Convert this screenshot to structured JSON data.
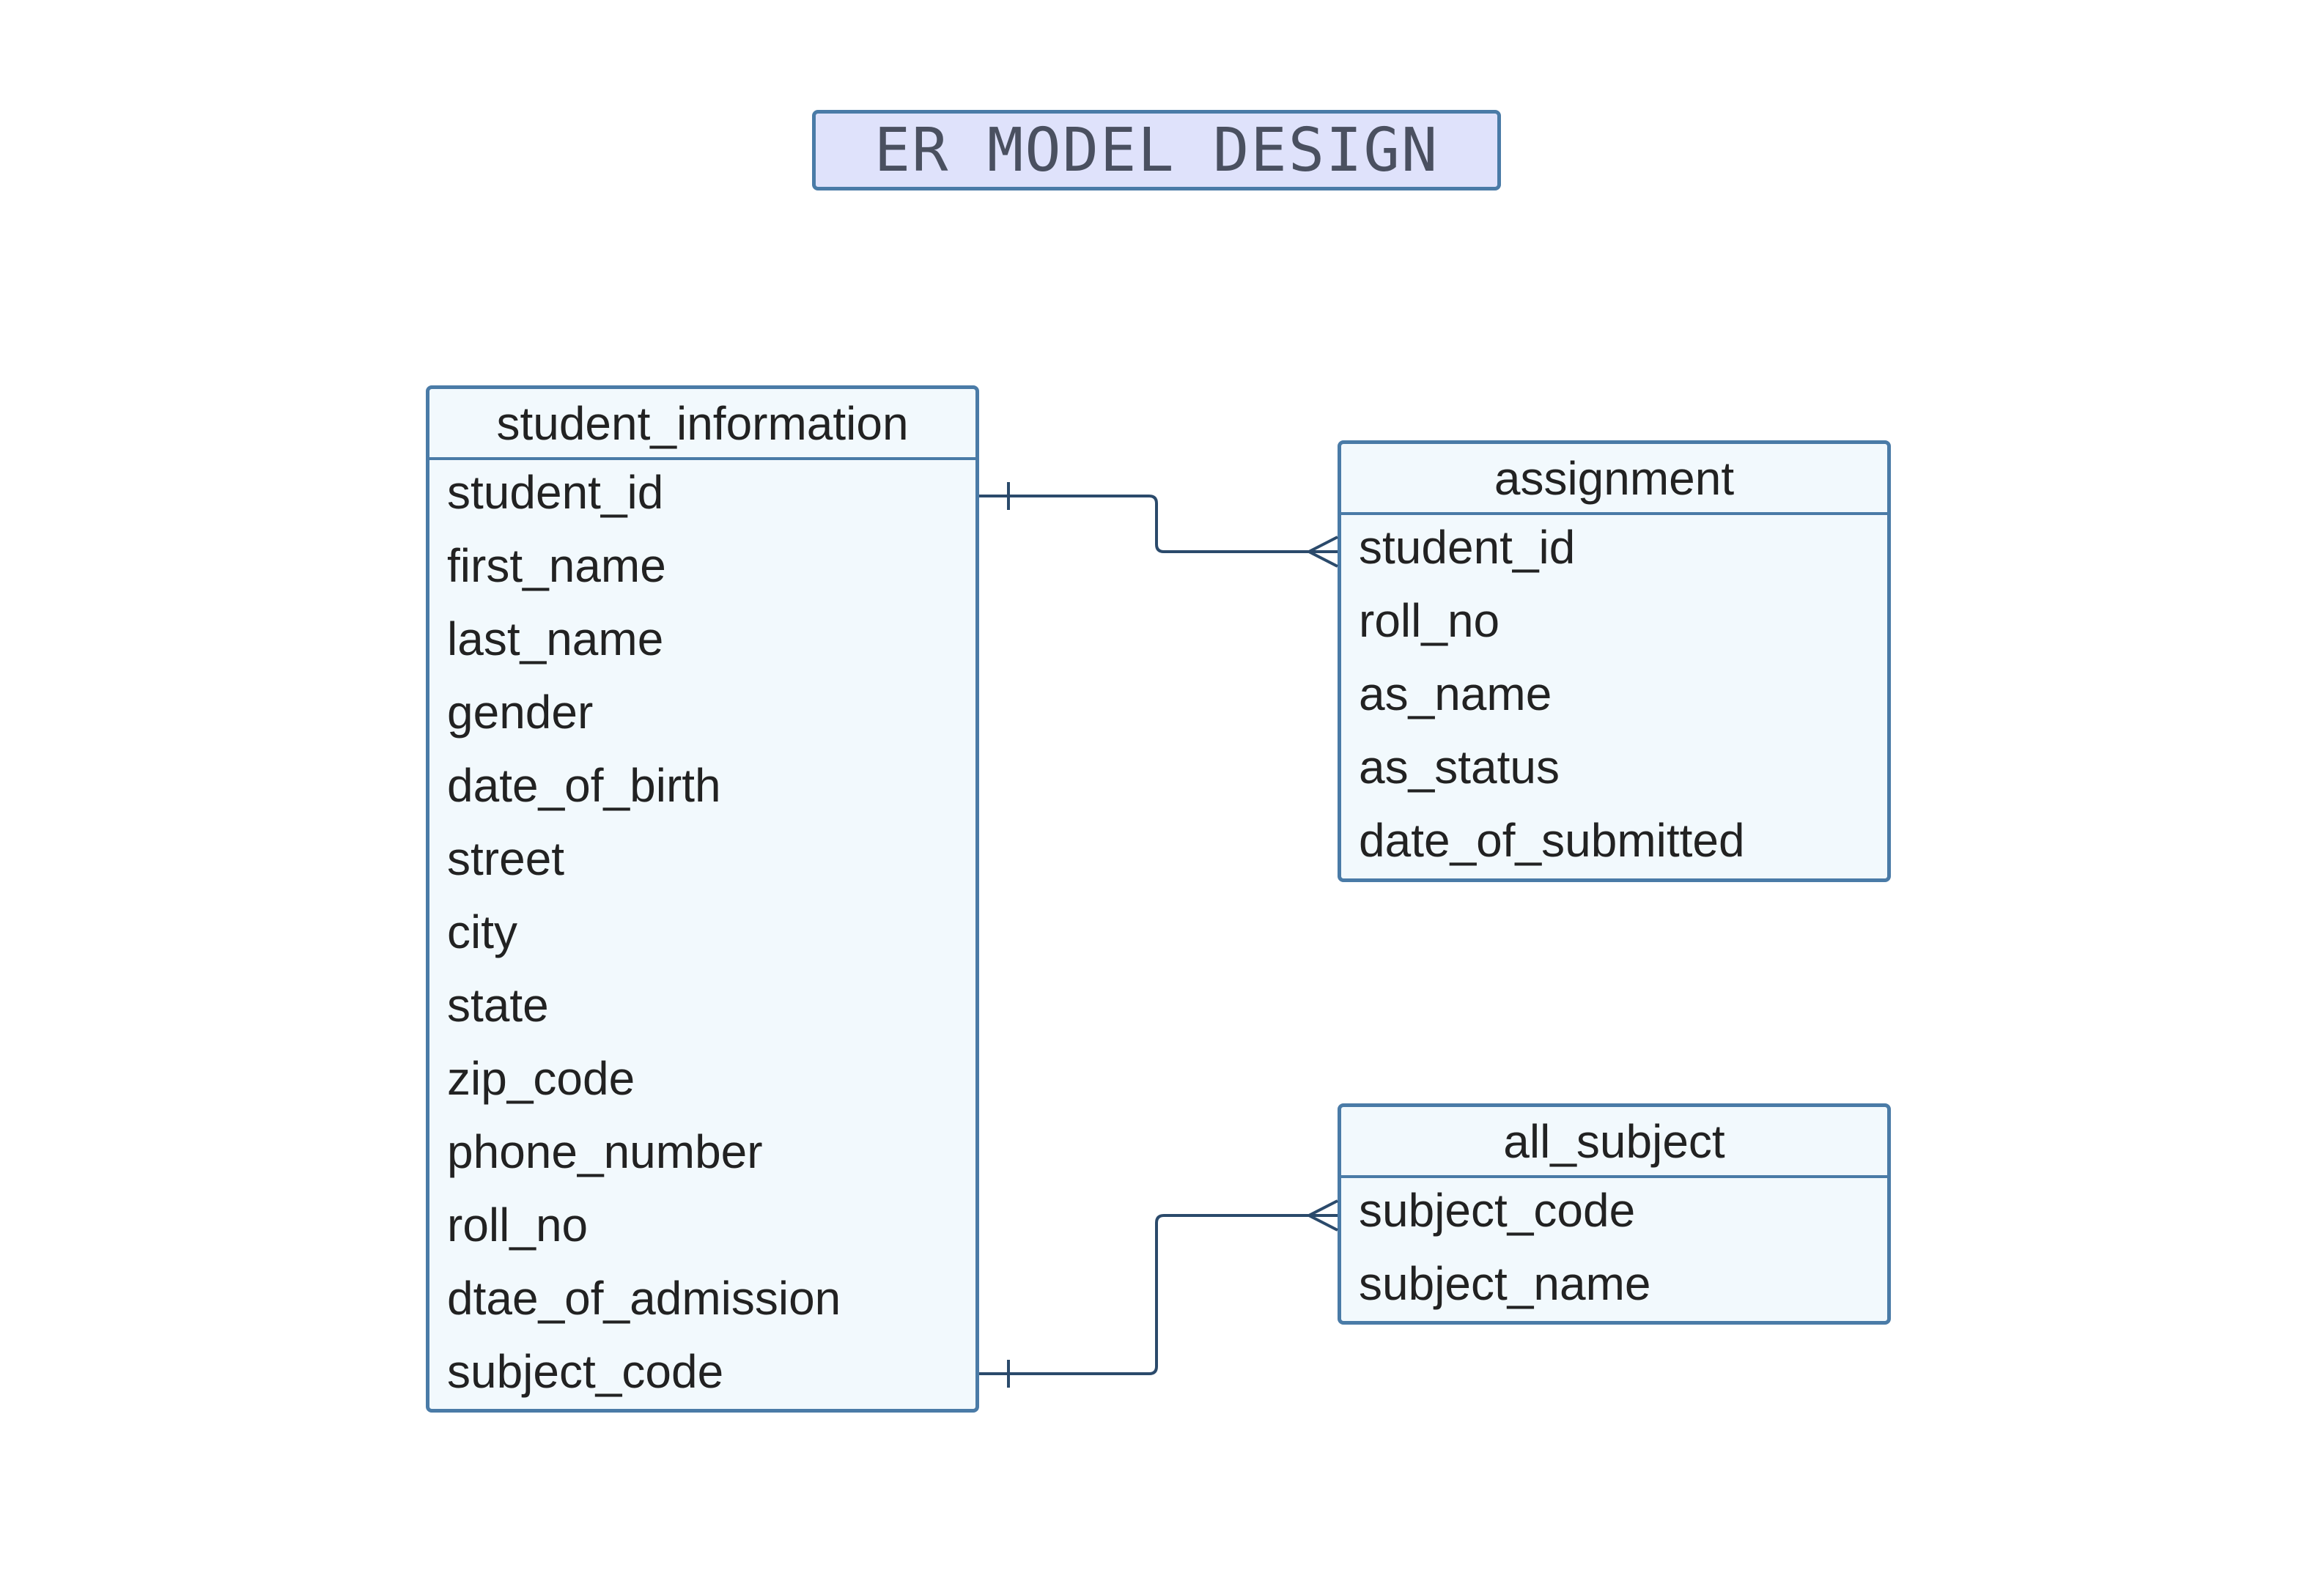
{
  "title": "ER MODEL DESIGN",
  "entities": {
    "student_information": {
      "name": "student_information",
      "attributes": [
        "student_id",
        "first_name",
        "last_name",
        "gender",
        "date_of_birth",
        "street",
        "city",
        "state",
        "zip_code",
        "phone_number",
        "roll_no",
        "dtae_of_admission",
        "subject_code"
      ]
    },
    "assignment": {
      "name": "assignment",
      "attributes": [
        "student_id",
        "roll_no",
        "as_name",
        "as_status",
        "date_of_submitted"
      ]
    },
    "all_subject": {
      "name": "all_subject",
      "attributes": [
        "subject_code",
        "subject_name"
      ]
    }
  },
  "relationships": [
    {
      "from": "student_information.student_id",
      "to": "assignment.student_id",
      "from_cardinality": "one",
      "to_cardinality": "many"
    },
    {
      "from": "student_information.subject_code",
      "to": "all_subject.subject_code",
      "from_cardinality": "one",
      "to_cardinality": "many"
    }
  ],
  "colors": {
    "border": "#4a7ba7",
    "entity_fill": "#f2f9fd",
    "title_fill": "#dfe2fb",
    "title_text": "#4a5060",
    "connector": "#2b4a6b",
    "text": "#222222"
  }
}
